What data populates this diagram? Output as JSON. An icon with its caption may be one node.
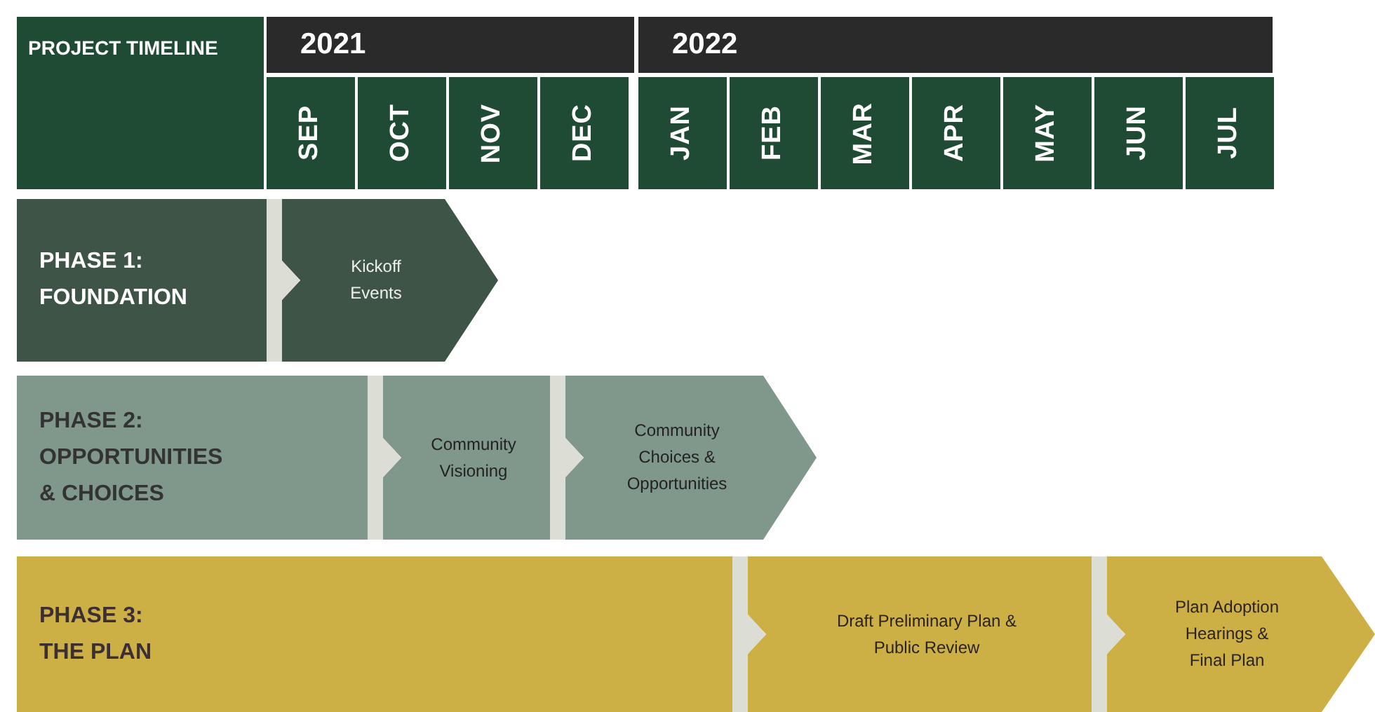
{
  "diagram": {
    "nodes": [
      {
        "text": [
          "PROJECT TIMELINE"
        ]
      },
      {
        "text": [
          "2021"
        ]
      },
      {
        "text": [
          "2022"
        ]
      },
      {
        "text": [
          "SEP"
        ]
      },
      {
        "text": [
          "OCT"
        ]
      },
      {
        "text": [
          "NOV"
        ]
      },
      {
        "text": [
          "DEC"
        ]
      },
      {
        "text": [
          "JAN"
        ]
      },
      {
        "text": [
          "FEB"
        ]
      },
      {
        "text": [
          "MAR"
        ]
      },
      {
        "text": [
          "APR"
        ]
      },
      {
        "text": [
          "MAY"
        ]
      },
      {
        "text": [
          "JUN"
        ]
      },
      {
        "text": [
          "JUL"
        ]
      },
      {
        "text": [
          "PHASE 1: FOUNDATION"
        ]
      },
      {
        "text": [
          "Kickoff Events"
        ]
      },
      {
        "text": [
          "PHASE 2: OPPORTUNITIES & CHOICES"
        ]
      },
      {
        "text": [
          "Community Visioning"
        ]
      },
      {
        "text": [
          "Community Choices & Opportunities"
        ]
      },
      {
        "text": [
          "PHASE 3: THE PLAN"
        ]
      },
      {
        "text": [
          "Draft Preliminary Plan & Public Review"
        ]
      },
      {
        "text": [
          "Plan Adoption Hearings & Final Plan"
        ]
      }
    ],
    "edges": [
      {
        "from": 14,
        "to": 15,
        "arrow": "to"
      },
      {
        "from": 16,
        "to": 17,
        "arrow": "to"
      },
      {
        "from": 17,
        "to": 18,
        "arrow": "to"
      },
      {
        "from": 19,
        "to": 20,
        "arrow": "to"
      },
      {
        "from": 20,
        "to": 21,
        "arrow": "to"
      }
    ]
  }
}
